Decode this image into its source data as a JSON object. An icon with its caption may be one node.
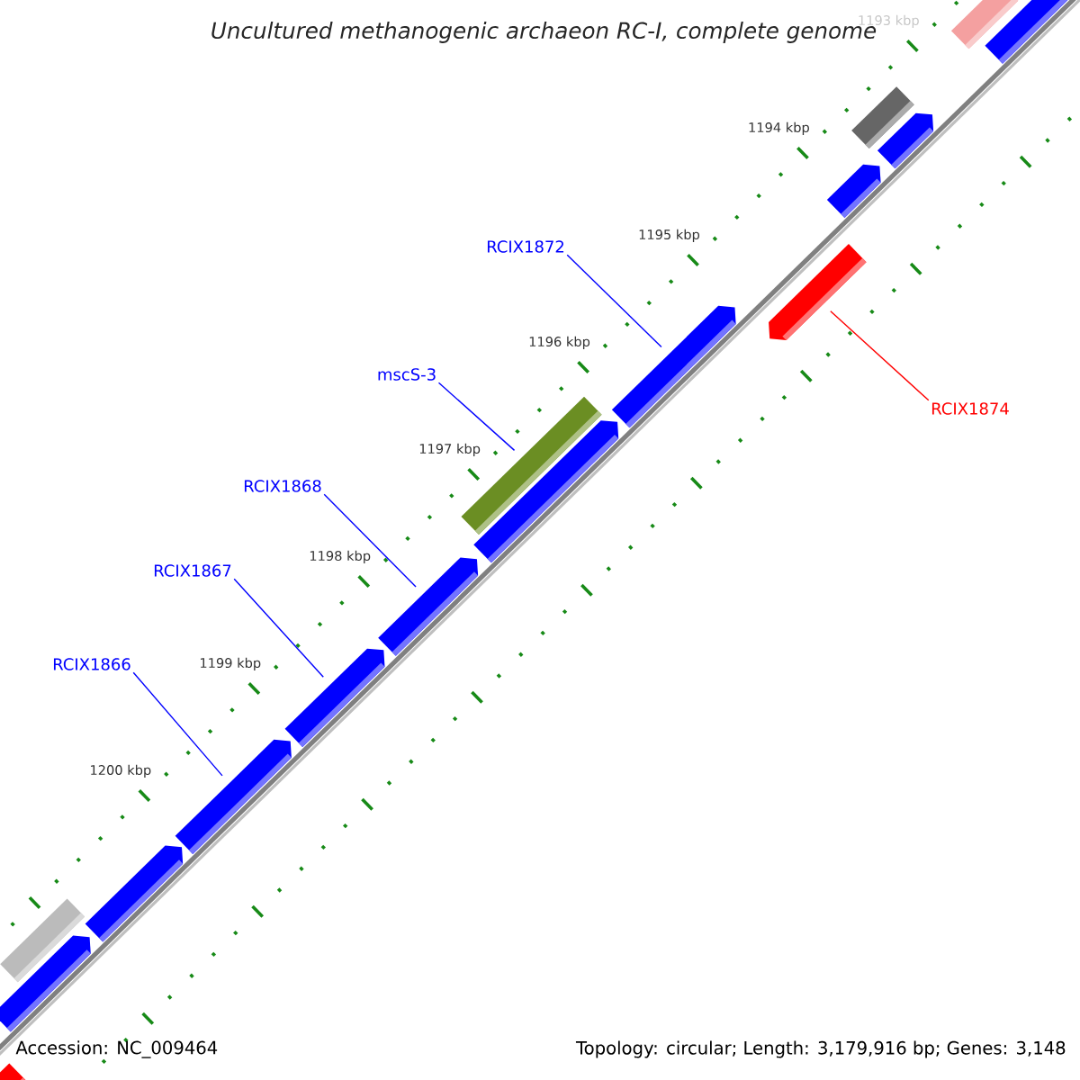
{
  "diagram": {
    "title": "Uncultured methanogenic archaeon RC-I, complete genome",
    "nodes": [
      {
        "text": [],
        "shape": "bar"
      },
      {
        "text": [],
        "shape": "pentagon"
      },
      {
        "text": [],
        "shape": "bar"
      },
      {
        "text": [],
        "shape": "pentagon"
      },
      {
        "text": [],
        "shape": "pentagon"
      },
      {
        "text": [
          "RCIX1872"
        ]
      },
      {
        "text": [],
        "shape": "pentagon"
      },
      {
        "text": [],
        "shape": "pentagon"
      },
      {
        "text": [
          "mscS-3"
        ]
      },
      {
        "text": [],
        "shape": "bar"
      },
      {
        "text": [
          "RCIX1874"
        ]
      },
      {
        "text": [],
        "shape": "pentagon"
      },
      {
        "text": [
          "RCIX1868"
        ]
      },
      {
        "text": [],
        "shape": "pentagon"
      },
      {
        "text": [
          "RCIX1867"
        ]
      },
      {
        "text": [],
        "shape": "pentagon"
      },
      {
        "text": [
          "RCIX1866"
        ]
      },
      {
        "text": [],
        "shape": "pentagon"
      },
      {
        "text": [],
        "shape": "bar"
      },
      {
        "text": [],
        "shape": "pentagon"
      },
      {
        "text": [],
        "shape": "pentagon"
      },
      {
        "text": [],
        "shape": "pentagon"
      }
    ],
    "edges": [
      {
        "from": 5,
        "to": 7,
        "arrow": "none"
      },
      {
        "from": 8,
        "to": 9,
        "arrow": "none"
      },
      {
        "from": 10,
        "to": 6,
        "arrow": "none",
        "color": "#ff0000"
      },
      {
        "from": 12,
        "to": 13,
        "arrow": "none"
      },
      {
        "from": 14,
        "to": 15,
        "arrow": "none"
      },
      {
        "from": 16,
        "to": 17,
        "arrow": "none"
      }
    ],
    "labels": [
      "1193 kbp",
      "1194 kbp",
      "1195 kbp",
      "1196 kbp",
      "1197 kbp",
      "1198 kbp",
      "1199 kbp",
      "1200 kbp",
      "Accession: NC_009464",
      "Topology: circular; Length: 3,179,916 bp; Genes: 3,148"
    ]
  }
}
